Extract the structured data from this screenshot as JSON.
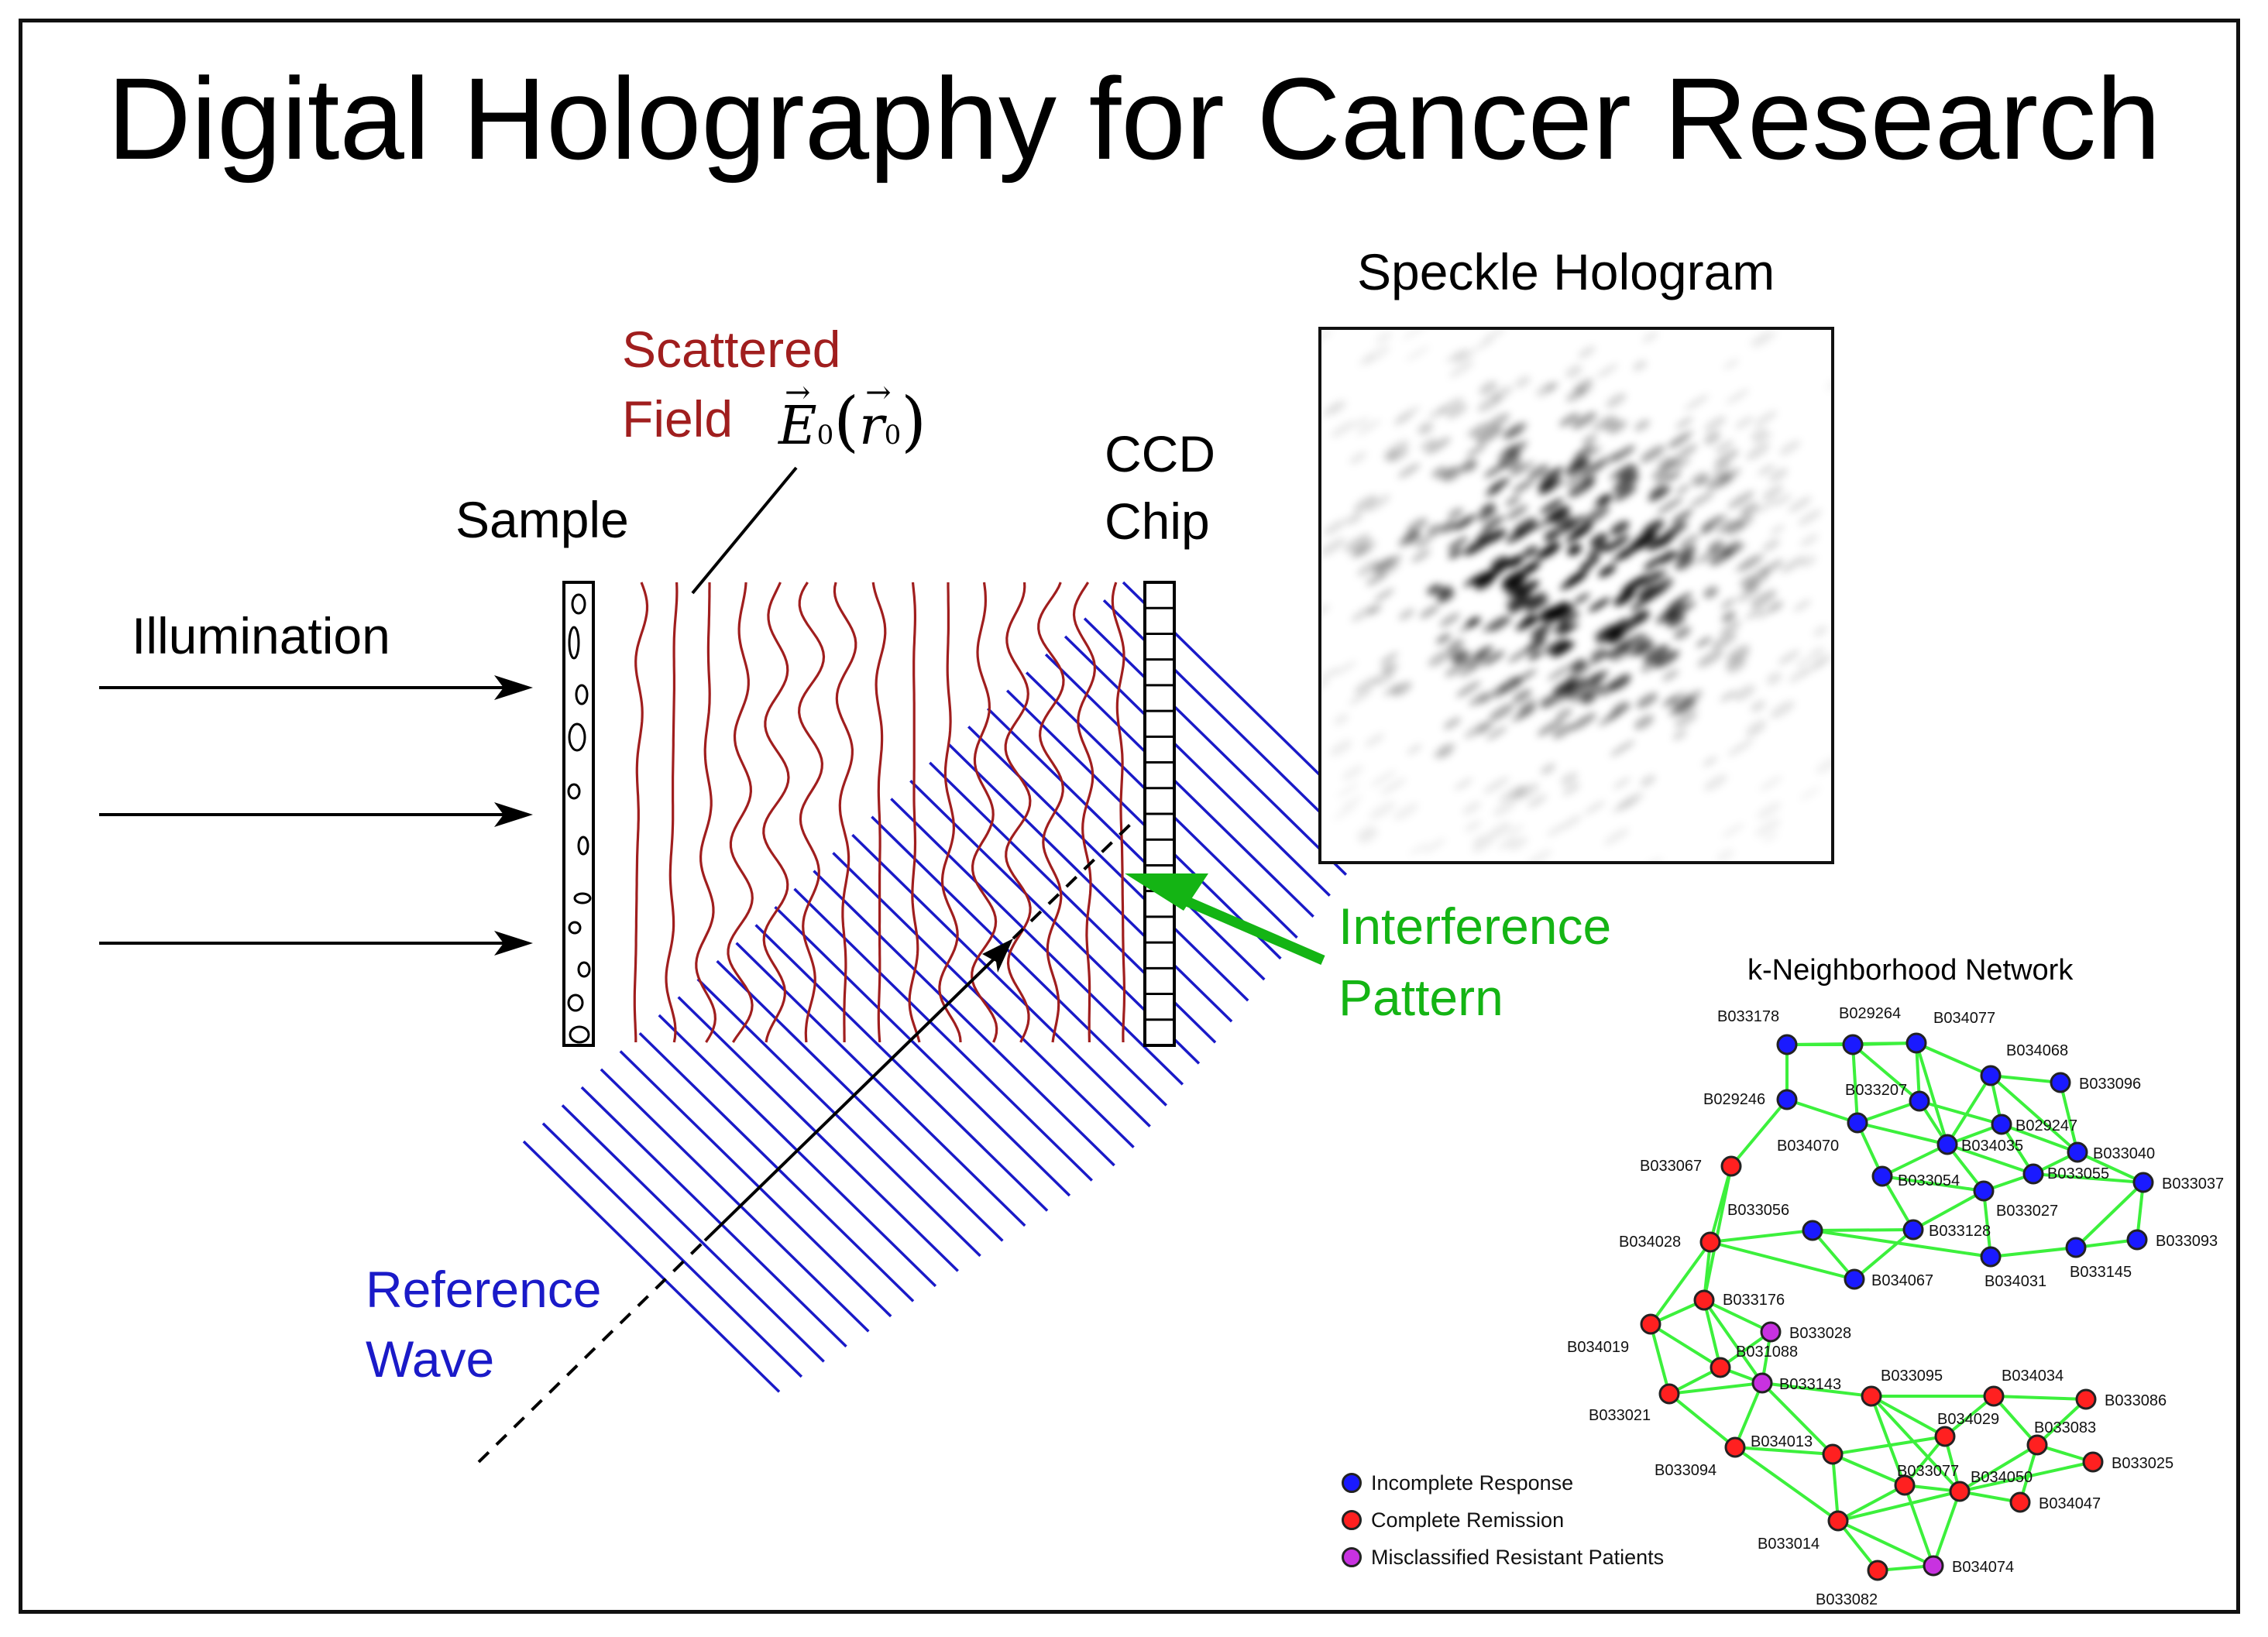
{
  "title": "Digital Holography for Cancer Research",
  "labels": {
    "scattered_line1": "Scattered",
    "scattered_line2": "Field",
    "formula_E": "E",
    "formula_E_sub": "0",
    "formula_r": "r",
    "formula_r_sub": "0",
    "sample": "Sample",
    "ccd_line1": "CCD",
    "ccd_line2": "Chip",
    "illumination": "Illumination",
    "interference_line1": "Interference",
    "interference_line2": "Pattern",
    "reference_line1": "Reference",
    "reference_line2": "Wave"
  },
  "speckle": {
    "title": "Speckle Hologram"
  },
  "network": {
    "title": "k-Neighborhood Network",
    "nodes": [
      {
        "id": "B033178",
        "group": "ir"
      },
      {
        "id": "B029264",
        "group": "ir"
      },
      {
        "id": "B034077",
        "group": "ir"
      },
      {
        "id": "B034068",
        "group": "ir"
      },
      {
        "id": "B033096",
        "group": "ir"
      },
      {
        "id": "B029246",
        "group": "ir"
      },
      {
        "id": "B033207",
        "group": "ir"
      },
      {
        "id": "B029247",
        "group": "ir"
      },
      {
        "id": "B034070",
        "group": "ir"
      },
      {
        "id": "B034035",
        "group": "ir"
      },
      {
        "id": "B033040",
        "group": "ir"
      },
      {
        "id": "B033067",
        "group": "cr"
      },
      {
        "id": "B033054",
        "group": "ir"
      },
      {
        "id": "B033055",
        "group": "ir"
      },
      {
        "id": "B033037",
        "group": "ir"
      },
      {
        "id": "B033027",
        "group": "ir"
      },
      {
        "id": "B033056",
        "group": "ir"
      },
      {
        "id": "B033128",
        "group": "ir"
      },
      {
        "id": "B034028",
        "group": "cr"
      },
      {
        "id": "B033093",
        "group": "ir"
      },
      {
        "id": "B034031",
        "group": "ir"
      },
      {
        "id": "B033145",
        "group": "ir"
      },
      {
        "id": "B034067",
        "group": "ir"
      },
      {
        "id": "B033176",
        "group": "cr"
      },
      {
        "id": "B033028",
        "group": "mis"
      },
      {
        "id": "B034019",
        "group": "cr"
      },
      {
        "id": "B031088",
        "group": "cr"
      },
      {
        "id": "B033143",
        "group": "mis"
      },
      {
        "id": "B033095",
        "group": "cr"
      },
      {
        "id": "B034034",
        "group": "cr"
      },
      {
        "id": "B033086",
        "group": "cr"
      },
      {
        "id": "B033021",
        "group": "cr"
      },
      {
        "id": "B034029",
        "group": "cr"
      },
      {
        "id": "B034013",
        "group": "cr"
      },
      {
        "id": "B033083",
        "group": "cr"
      },
      {
        "id": "B033025",
        "group": "cr"
      },
      {
        "id": "B033094",
        "group": "cr"
      },
      {
        "id": "B033077",
        "group": "cr"
      },
      {
        "id": "B034050",
        "group": "cr"
      },
      {
        "id": "B034047",
        "group": "cr"
      },
      {
        "id": "B033014",
        "group": "cr"
      },
      {
        "id": "B034074",
        "group": "mis"
      },
      {
        "id": "B033082",
        "group": "cr"
      }
    ],
    "edges": [
      [
        "B033178",
        "B029264"
      ],
      [
        "B029264",
        "B034077"
      ],
      [
        "B033178",
        "B029246"
      ],
      [
        "B033178",
        "B034077"
      ],
      [
        "B029264",
        "B033207"
      ],
      [
        "B034077",
        "B033207"
      ],
      [
        "B034077",
        "B034068"
      ],
      [
        "B034077",
        "B034035"
      ],
      [
        "B034068",
        "B033096"
      ],
      [
        "B034068",
        "B029247"
      ],
      [
        "B034068",
        "B033040"
      ],
      [
        "B034068",
        "B034035"
      ],
      [
        "B033207",
        "B034070"
      ],
      [
        "B033207",
        "B034035"
      ],
      [
        "B033207",
        "B029247"
      ],
      [
        "B029246",
        "B034070"
      ],
      [
        "B029246",
        "B033067"
      ],
      [
        "B029264",
        "B034070"
      ],
      [
        "B034070",
        "B034035"
      ],
      [
        "B034035",
        "B029247"
      ],
      [
        "B034035",
        "B033054"
      ],
      [
        "B034035",
        "B033027"
      ],
      [
        "B034035",
        "B033055"
      ],
      [
        "B029247",
        "B033040"
      ],
      [
        "B029247",
        "B033055"
      ],
      [
        "B033096",
        "B033040"
      ],
      [
        "B033040",
        "B033055"
      ],
      [
        "B033040",
        "B033037"
      ],
      [
        "B033055",
        "B033037"
      ],
      [
        "B033055",
        "B033027"
      ],
      [
        "B033054",
        "B033027"
      ],
      [
        "B033054",
        "B034070"
      ],
      [
        "B033027",
        "B034031"
      ],
      [
        "B033027",
        "B033128"
      ],
      [
        "B033128",
        "B033056"
      ],
      [
        "B033128",
        "B034067"
      ],
      [
        "B033128",
        "B033054"
      ],
      [
        "B033056",
        "B034028"
      ],
      [
        "B033056",
        "B034067"
      ],
      [
        "B033056",
        "B034031"
      ],
      [
        "B034031",
        "B033145"
      ],
      [
        "B033145",
        "B033093"
      ],
      [
        "B033145",
        "B033037"
      ],
      [
        "B033093",
        "B033037"
      ],
      [
        "B034028",
        "B033067"
      ],
      [
        "B034028",
        "B033176"
      ],
      [
        "B034028",
        "B034067"
      ],
      [
        "B033067",
        "B033176"
      ],
      [
        "B034028",
        "B034019"
      ],
      [
        "B033176",
        "B034019"
      ],
      [
        "B033176",
        "B031088"
      ],
      [
        "B033176",
        "B033028"
      ],
      [
        "B033176",
        "B033143"
      ],
      [
        "B033028",
        "B033143"
      ],
      [
        "B033028",
        "B031088"
      ],
      [
        "B034019",
        "B031088"
      ],
      [
        "B034019",
        "B033021"
      ],
      [
        "B031088",
        "B033143"
      ],
      [
        "B031088",
        "B033021"
      ],
      [
        "B033143",
        "B033021"
      ],
      [
        "B033143",
        "B033094"
      ],
      [
        "B033143",
        "B033095"
      ],
      [
        "B033143",
        "B034013"
      ],
      [
        "B033021",
        "B033094"
      ],
      [
        "B033094",
        "B034013"
      ],
      [
        "B033095",
        "B034034"
      ],
      [
        "B033095",
        "B034029"
      ],
      [
        "B033095",
        "B033077"
      ],
      [
        "B034034",
        "B033086"
      ],
      [
        "B034034",
        "B034029"
      ],
      [
        "B034034",
        "B033083"
      ],
      [
        "B033086",
        "B033083"
      ],
      [
        "B033083",
        "B033025"
      ],
      [
        "B033083",
        "B034050"
      ],
      [
        "B033083",
        "B034047"
      ],
      [
        "B034029",
        "B034013"
      ],
      [
        "B034029",
        "B033077"
      ],
      [
        "B034029",
        "B034050"
      ],
      [
        "B034013",
        "B033077"
      ],
      [
        "B033077",
        "B034050"
      ],
      [
        "B034050",
        "B034047"
      ],
      [
        "B034050",
        "B033025"
      ],
      [
        "B033077",
        "B033014"
      ],
      [
        "B034050",
        "B033014"
      ],
      [
        "B034013",
        "B033014"
      ],
      [
        "B033014",
        "B033082"
      ],
      [
        "B033082",
        "B034074"
      ],
      [
        "B034074",
        "B034050"
      ],
      [
        "B034074",
        "B033077"
      ],
      [
        "B033014",
        "B034074"
      ],
      [
        "B033094",
        "B033014"
      ],
      [
        "B033095",
        "B034050"
      ]
    ],
    "legend": [
      {
        "label": "Incomplete Response",
        "color": "#1a1aff"
      },
      {
        "label": "Complete Remission",
        "color": "#ff2020"
      },
      {
        "label": "Misclassified Resistant Patients",
        "color": "#c832e0"
      }
    ]
  },
  "colors": {
    "scattered": "#a01e1e",
    "reference": "#1a1ac8",
    "interference": "#14b414",
    "edge": "#3cf03c",
    "ir": "#1a1aff",
    "cr": "#ff2020",
    "mis": "#c832e0"
  }
}
